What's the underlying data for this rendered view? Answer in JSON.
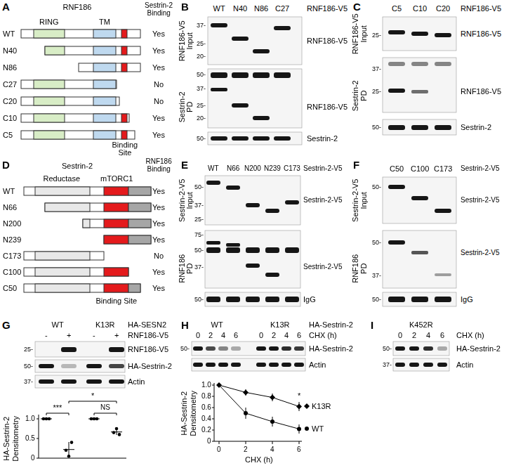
{
  "diagram": {
    "labels": [
      "A",
      "RNF186",
      "Sestrin-2",
      "Binding",
      "RING",
      "TM",
      "WT",
      "N40",
      "N86",
      "C27",
      "C20",
      "C10",
      "C5",
      "Yes",
      "Yes",
      "Yes",
      "No",
      "No",
      "Yes",
      "Yes",
      "Binding",
      "Site",
      "B",
      "WT",
      "N40",
      "N86",
      "C27",
      "RNF186-V5",
      "RNF186-V5",
      "Input",
      "37-",
      "25-",
      "20-",
      "RNF186-V5",
      "Sestrin-2",
      "PD",
      "50-",
      "37-",
      "25-",
      "20-",
      "50-",
      "RNF186-V5",
      "Sestrin-2",
      "C",
      "C5",
      "C10",
      "C20",
      "RNF186-V5",
      "RNF186-V5",
      "Input",
      "25-",
      "RNF186-V5",
      "Sestrin-2",
      "PD",
      "37-",
      "25-",
      "50-",
      "RNF186-V5",
      "Sestrin-2",
      "D",
      "Sestrin-2",
      "RNF186",
      "Binding",
      "Reductase",
      "mTORC1",
      "WT",
      "N66",
      "N200",
      "N239",
      "C173",
      "C100",
      "C50",
      "Yes",
      "Yes",
      "Yes",
      "Yes",
      "No",
      "Yes",
      "Yes",
      "Binding Site",
      "E",
      "WT",
      "N66",
      "N200",
      "N239",
      "C173",
      "Sestrin-2-V5",
      "Sestrin-2-V5",
      "Input",
      "50-",
      "37-",
      "25-",
      "Sestrin-2-V5",
      "RNF186",
      "PD",
      "75-",
      "50-",
      "37-",
      "50-",
      "Sestrin-2-V5",
      "IgG",
      "F",
      "C50",
      "C100",
      "C173",
      "Sestrin-2-V5",
      "Sestrin-2-V5",
      "Input",
      "50-",
      "Sestrin-2-V5",
      "RNF186",
      "PD",
      "50-",
      "37-",
      "50-",
      "Sestrin-2-V5",
      "IgG",
      "G",
      "WT",
      "K13R",
      "HA-SESN2",
      "-",
      "+",
      "-",
      "+",
      "RNF186-V5",
      "25-",
      "RNF186-V5",
      "50-",
      "HA-Sestrin-2",
      "37-",
      "Actin",
      "HA-Sestrin-2",
      "Densitometry",
      "1.0",
      "0.5",
      "0",
      "***",
      "*",
      "NS",
      "H",
      "WT",
      "K13R",
      "HA-Sestrin-2",
      "0",
      "2",
      "4",
      "6",
      "0",
      "2",
      "4",
      "6",
      "CHX (h)",
      "50-",
      "HA-Sestrin-2",
      "Actin",
      "HA-Sestrin-2",
      "Densitometry",
      "1.0",
      "0.8",
      "0.6",
      "0.4",
      "0.2",
      "0",
      "0",
      "2",
      "4",
      "6",
      "CHX (h)",
      "K13R",
      "WT",
      "*",
      "I",
      "K452R",
      "0",
      "2",
      "4",
      "6",
      "CHX (h)",
      "50-",
      "HA-Sestrin-2",
      "37-",
      "Actin"
    ]
  }
}
